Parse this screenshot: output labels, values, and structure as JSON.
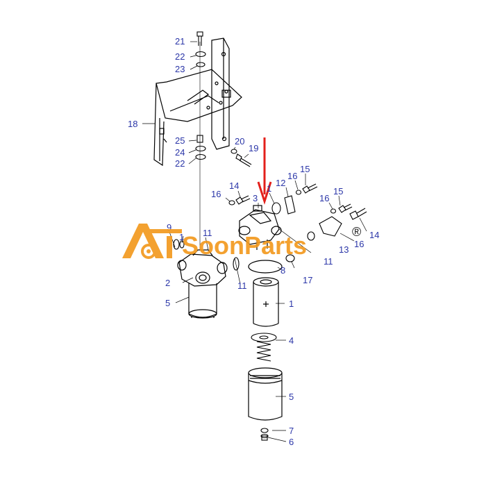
{
  "brand": {
    "name": "SoonParts",
    "registered_mark": "®",
    "color": "#f29a1f",
    "logo_icon": "crane-gear-icon"
  },
  "colors": {
    "label": "#2b36a8",
    "line": "#000000",
    "arrow": "#e3201b"
  },
  "arrow_icon": "red-down-arrow-icon",
  "labels": {
    "l21": "21",
    "l22a": "22",
    "l23": "23",
    "l18": "18",
    "l25": "25",
    "l24": "24",
    "l22b": "22",
    "l20": "20",
    "l19": "19",
    "l16a": "16",
    "l14a": "14",
    "l3": "3",
    "l1a": "1",
    "l12": "12",
    "l16b": "16",
    "l15a": "15",
    "l15b": "15",
    "l16c": "16",
    "l14b": "14",
    "l16d": "16",
    "l9": "9",
    "l1b": "1",
    "l11a": "11",
    "l13": "13",
    "l11b": "11",
    "l8": "8",
    "l17": "17",
    "l2": "2",
    "l5a": "5",
    "l11c": "11",
    "l1c": "1",
    "l4": "4",
    "l5b": "5",
    "l7": "7",
    "l6": "6"
  }
}
